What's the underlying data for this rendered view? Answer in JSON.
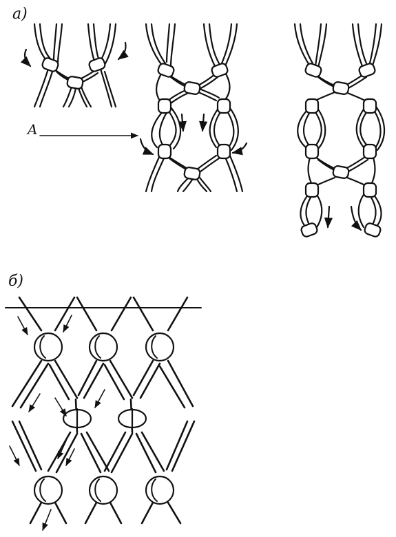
{
  "figure": {
    "panel_a": {
      "label": "а)",
      "callout": "A"
    },
    "panel_b": {
      "label": "б)"
    }
  },
  "colors": {
    "ink": "#111111",
    "paper": "#ffffff"
  }
}
